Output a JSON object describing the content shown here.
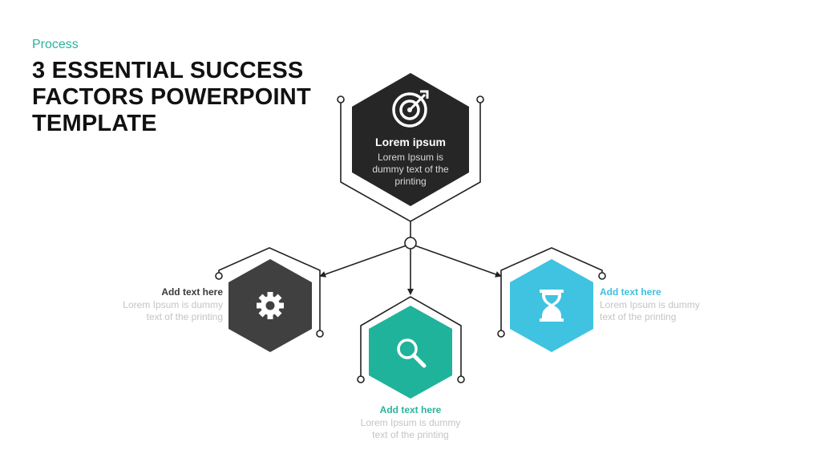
{
  "kicker": "Process",
  "title_lines": [
    "3 ESSENTIAL SUCCESS",
    "FACTORS POWERPOINT",
    "TEMPLATE"
  ],
  "colors": {
    "dark": "#262626",
    "gray": "#404040",
    "teal": "#20b39b",
    "cyan": "#3fc3e0",
    "line": "#222222",
    "muted_text": "#c4c4c4",
    "teal_text": "#2bb39b",
    "cyan_text": "#3fbfdf"
  },
  "top": {
    "icon": "target-arrow-icon",
    "heading": "Lorem ipsum",
    "body": [
      "Lorem Ipsum  is",
      "dummy  text of the",
      "printing"
    ]
  },
  "left": {
    "icon": "gear-icon",
    "heading": "Add text here",
    "body": [
      "Lorem Ipsum  is dummy",
      "text of the printing"
    ]
  },
  "middle": {
    "icon": "magnifier-icon",
    "heading": "Add text here",
    "body": [
      "Lorem Ipsum  is dummy",
      "text of the printing"
    ]
  },
  "right": {
    "icon": "hourglass-icon",
    "heading": "Add text here",
    "body": [
      "Lorem Ipsum  is dummy",
      "text of the printing"
    ]
  }
}
